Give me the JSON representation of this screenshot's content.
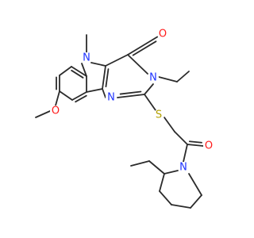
{
  "diagram": {
    "type": "chemical-structure",
    "colors": {
      "carbon_bond": "#2b2b2b",
      "N": "#1f33ff",
      "O": "#ff1a1a",
      "S": "#b3a100"
    }
  },
  "atoms": [
    {
      "id": "N5",
      "el": "N",
      "label": "N"
    },
    {
      "id": "O4",
      "el": "O",
      "label": "O"
    },
    {
      "id": "N3",
      "el": "N",
      "label": "N"
    },
    {
      "id": "N1",
      "el": "N",
      "label": "N"
    },
    {
      "id": "S",
      "el": "S",
      "label": "S"
    },
    {
      "id": "OMe",
      "el": "O",
      "label": "O"
    },
    {
      "id": "Oam",
      "el": "O",
      "label": "O"
    },
    {
      "id": "Npip",
      "el": "N",
      "label": "N"
    }
  ]
}
